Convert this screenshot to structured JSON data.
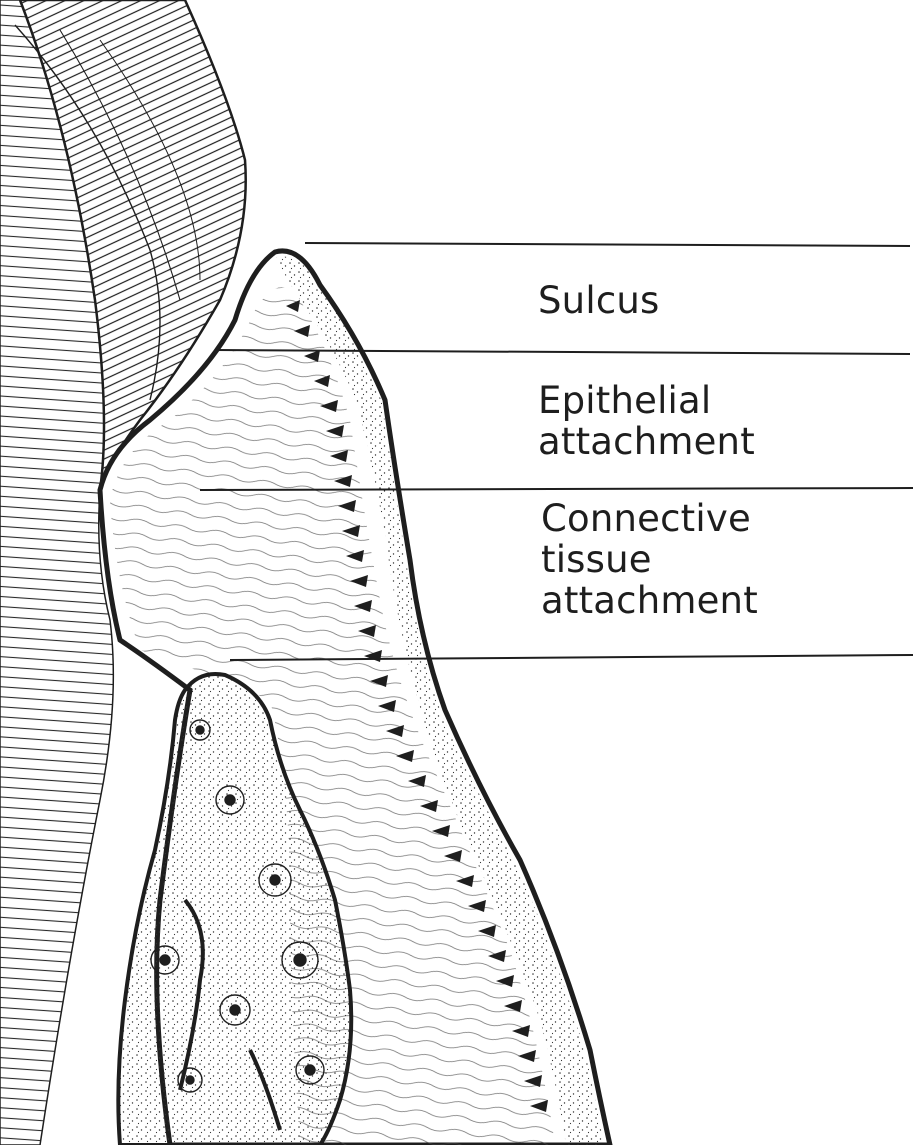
{
  "labels": {
    "sulcus": [
      "Sulcus"
    ],
    "epithelial_attachment": [
      "Epithelial",
      "attachment"
    ],
    "connective_tissue_attachment": [
      "Connective",
      "tissue",
      "attachment"
    ]
  },
  "colors": {
    "ink": "#1e1e1e",
    "paper": "#ffffff"
  }
}
